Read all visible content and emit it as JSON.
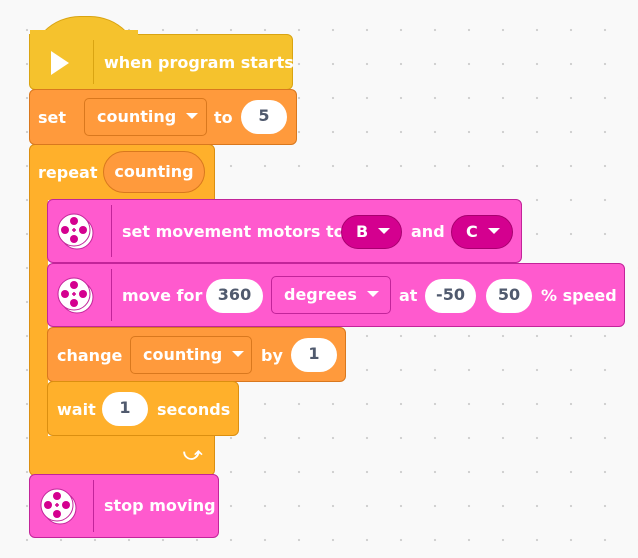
{
  "colors": {
    "event": "#f5c22d",
    "variable": "#ff9a3c",
    "control": "#ffb02b",
    "movement": "#ff5ace",
    "port_pill": "#d4008f"
  },
  "blocks": {
    "when_start": {
      "label": "when program starts",
      "icon": "play-icon"
    },
    "set_var": {
      "label": "set",
      "variable": "counting",
      "to_label": "to",
      "value": "5"
    },
    "repeat": {
      "label": "repeat",
      "count_reporter": "counting",
      "loop_icon": "loop-arrow-icon"
    },
    "set_motors": {
      "label": "set movement motors to",
      "port1": "B",
      "and_label": "and",
      "port2": "C",
      "icon": "motor-icon"
    },
    "move_for": {
      "label": "move for",
      "amount": "360",
      "unit": "degrees",
      "at_label": "at",
      "left_speed": "-50",
      "right_speed": "50",
      "speed_label": "% speed",
      "icon": "motor-icon"
    },
    "change_var": {
      "label": "change",
      "variable": "counting",
      "by_label": "by",
      "value": "1"
    },
    "wait": {
      "label": "wait",
      "value": "1",
      "unit": "seconds"
    },
    "stop_moving": {
      "label": "stop moving",
      "icon": "motor-icon"
    }
  }
}
